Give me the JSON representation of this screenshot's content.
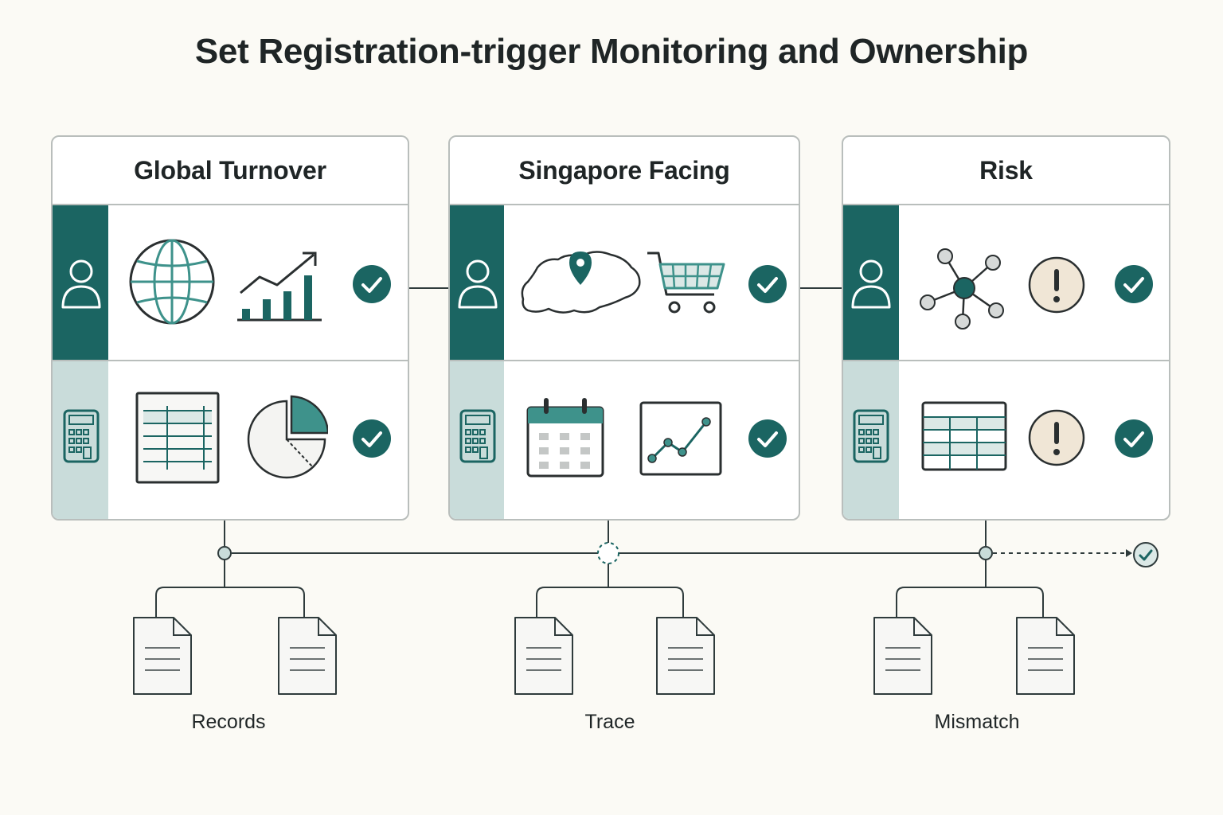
{
  "title": "Set Registration-trigger Monitoring and Ownership",
  "panels": [
    {
      "header": "Global Turnover"
    },
    {
      "header": "Singapore Facing"
    },
    {
      "header": "Risk"
    }
  ],
  "branches": [
    {
      "label": "Records"
    },
    {
      "label": "Trace"
    },
    {
      "label": "Mismatch"
    }
  ],
  "colors": {
    "accent": "#1b6562",
    "accent_light": "#c9dcda",
    "teal_mid": "#3e928b",
    "line": "#2f3b3c",
    "background": "#fbfaf5",
    "warning_fill": "#f0e6d6"
  },
  "icons": {
    "owner": "user-icon",
    "check": "check-circle-icon",
    "calc": "calculator-icon",
    "doc": "document-icon"
  }
}
